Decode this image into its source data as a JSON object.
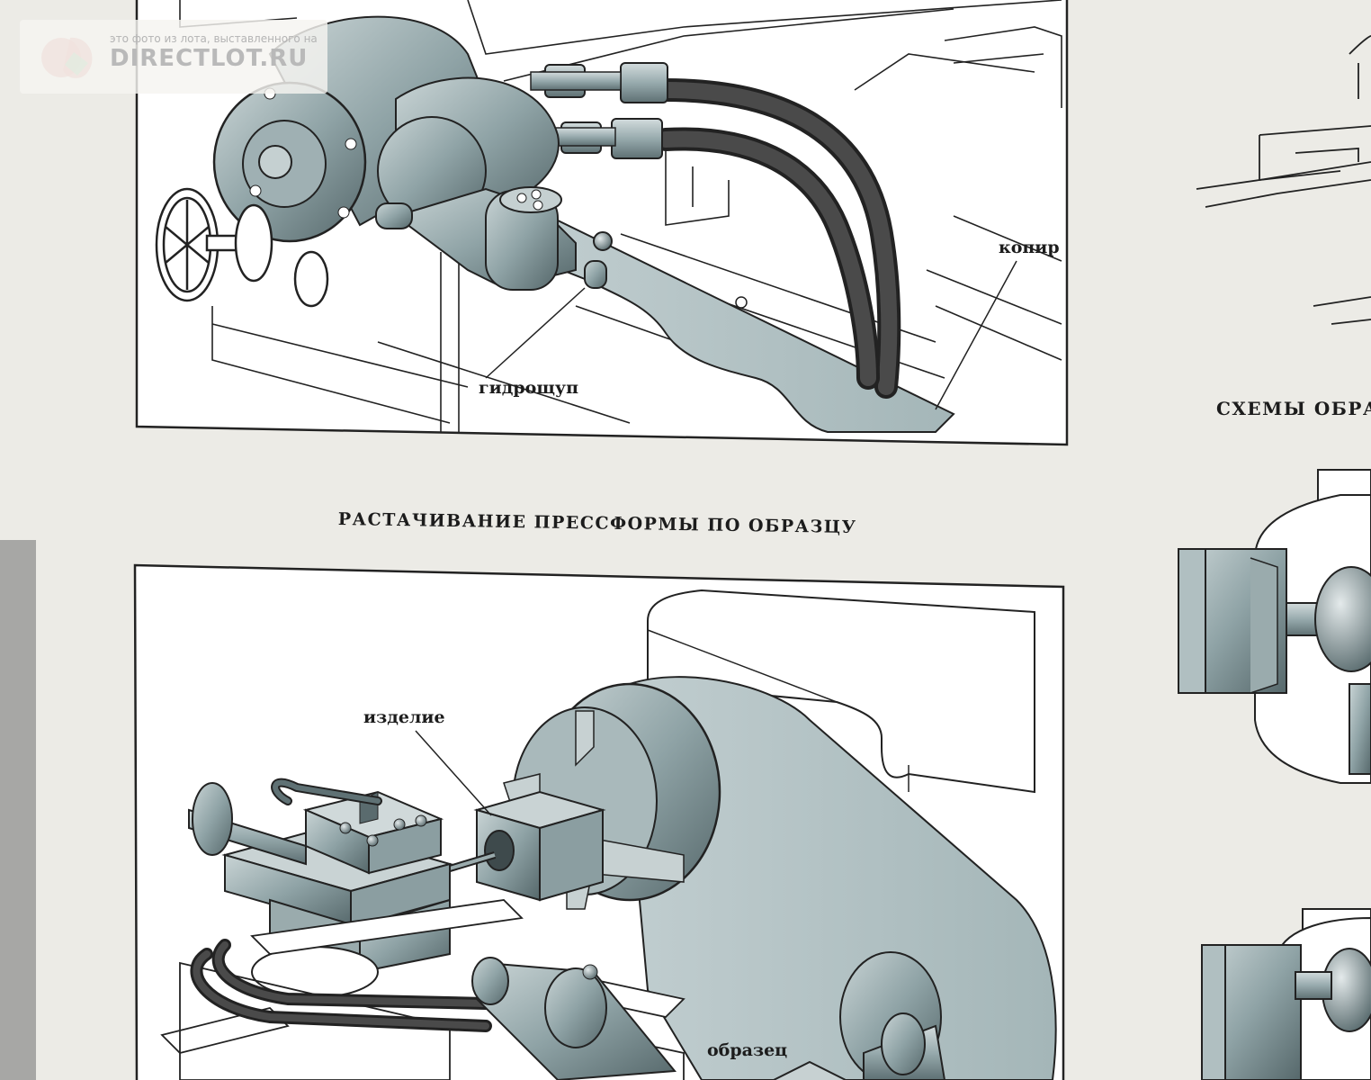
{
  "watermark": {
    "caption": "это фото из лота, выставленного на",
    "brand": "DIRECTLOT.RU"
  },
  "top_panel": {
    "labels": {
      "copier": "копир",
      "hydro_probe": "гидрощуп"
    }
  },
  "section_title": "РАСТАЧИВАНИЕ ПРЕССФОРМЫ ПО ОБРАЗЦУ",
  "side_title": "СХЕМЫ ОБРА",
  "bottom_panel": {
    "labels": {
      "workpiece": "изделие",
      "sample": "образец"
    }
  },
  "colors": {
    "paper": "#ecebe6",
    "ink": "#1c1c1c",
    "steel": "#8fa3a6"
  }
}
